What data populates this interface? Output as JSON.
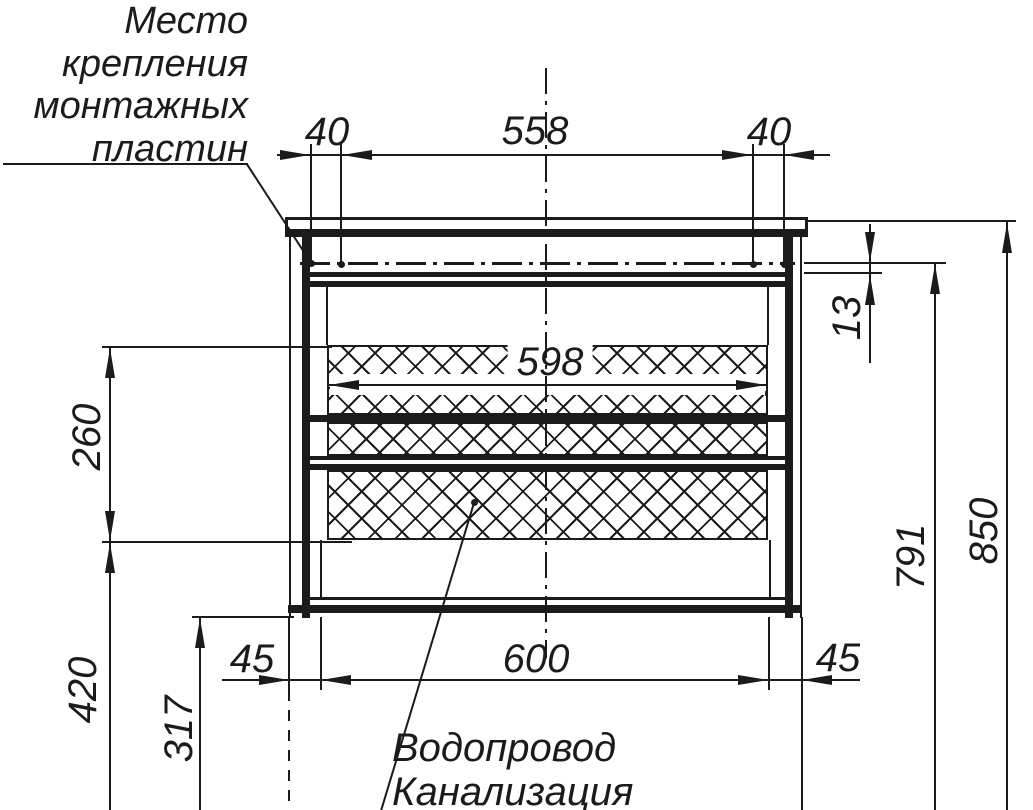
{
  "drawing": {
    "type": "furniture installation drawing (vanity cabinet, front view)",
    "mounting_note": {
      "line1": "Место",
      "line2": "крепления",
      "line3": "монтажных",
      "line4": "пластин"
    },
    "plumbing_note": {
      "line1": "Водопровод",
      "line2": "Канализация"
    },
    "dims": {
      "top_left": "40",
      "top_center": "558",
      "top_right": "40",
      "drawer_width": "598",
      "drawer_zone": "260",
      "plate_gap": "13",
      "plate_height": "791",
      "total_height": "850",
      "bottom_left": "45",
      "bottom_center": "600",
      "bottom_right": "45",
      "under_clearance": "420",
      "outlet_height": "317"
    },
    "colors": {
      "line": "#1b1b1b",
      "background": "#ffffff"
    }
  }
}
